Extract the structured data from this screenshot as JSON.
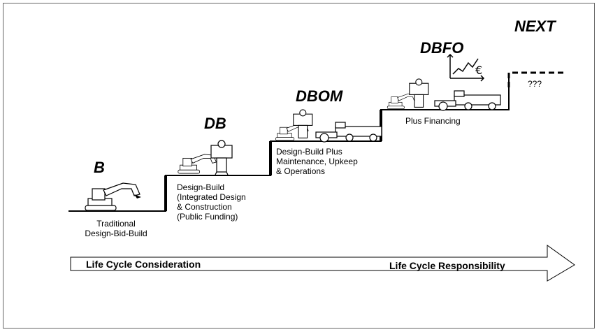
{
  "stages": [
    {
      "label": "B",
      "description": "Traditional\nDesign-Bid-Build"
    },
    {
      "label": "DB",
      "description": "Design-Build\n(Integrated Design\n& Construction\n(Public Funding)"
    },
    {
      "label": "DBOM",
      "description": "Design-Build Plus\nMaintenance, Upkeep\n& Operations"
    },
    {
      "label": "DBFO",
      "description": "Plus Financing"
    },
    {
      "label": "NEXT",
      "description": "???"
    }
  ],
  "arrow": {
    "left_text": "Life Cycle Consideration",
    "right_text": "Life Cycle Responsibility"
  },
  "icons": [
    "excavator-icon",
    "surveyor-icon",
    "truck-icon",
    "euro-growth-chart-icon"
  ]
}
